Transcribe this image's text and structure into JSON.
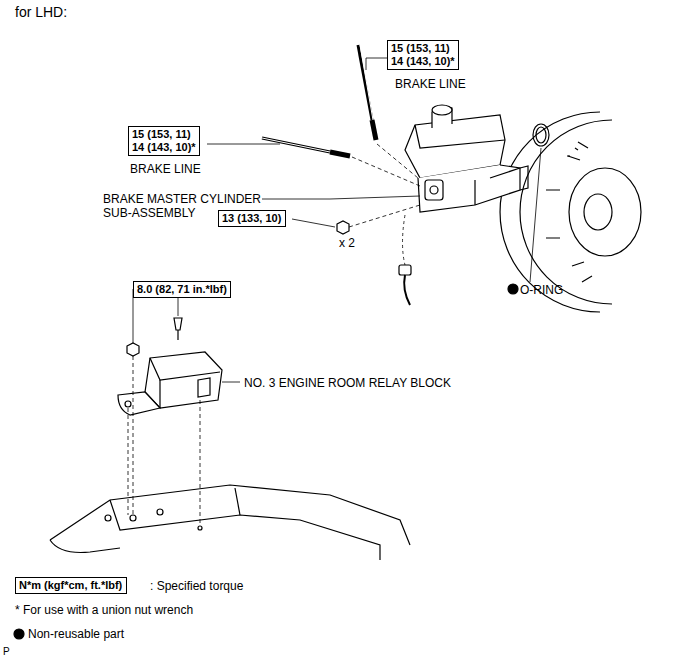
{
  "diagram": {
    "nodes": [
      {
        "text": [
          "15 (153, 11)",
          "14 (143, 10)*"
        ]
      },
      {
        "text": [
          "15 (153, 11)",
          "14 (143, 10)*"
        ]
      },
      {
        "text": [
          "13 (133, 10)"
        ]
      },
      {
        "text": [
          "8.0 (82, 71 in.*lbf)"
        ]
      },
      {
        "text": [
          "N*m (kgf*cm, ft.*lbf)"
        ]
      }
    ],
    "labels": [
      "for LHD:",
      "BRAKE LINE",
      "BRAKE LINE",
      "BRAKE MASTER CYLINDER SUB-ASSEMBLY",
      "x 2",
      "O-RING",
      "NO. 3 ENGINE ROOM RELAY BLOCK",
      ": Specified torque",
      "* For use with a union nut wrench",
      "P"
    ],
    "legend": [
      {
        "text": "Non-reusable part"
      }
    ]
  }
}
